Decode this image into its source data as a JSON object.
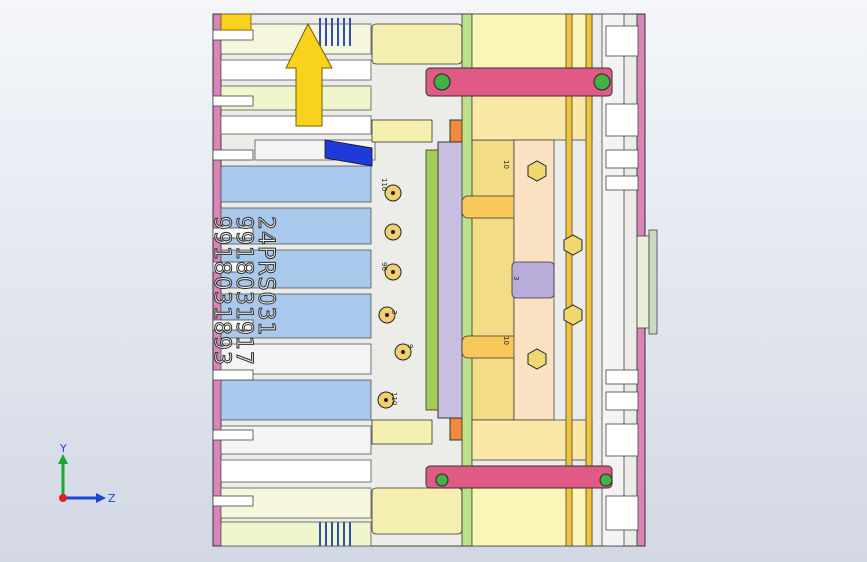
{
  "viewport": {
    "background_top": "#f4f6fa",
    "background_bottom": "#d2d8e4"
  },
  "model": {
    "engraving": {
      "line1": "24PRS031",
      "line2": "9918031917",
      "line3": "9918031893"
    },
    "tags": {
      "t1": "110",
      "t2": "96",
      "t3": "3",
      "t4": "9",
      "t5": "110",
      "t6": "10",
      "t7": "10",
      "t8": "3"
    },
    "colors": {
      "pink_strap": "#e05a86",
      "plate_yellow": "#f2dc86",
      "plate_lavender": "#c8bfe0",
      "block_orange": "#f08a3c",
      "arrow_yellow": "#f8d21e",
      "rod_blue": "#a8c8ec",
      "frame_magenta": "#d985b8"
    }
  },
  "triad": {
    "y_label": "Y",
    "z_label": "Z",
    "icon": "coordinate-axes-icon"
  }
}
